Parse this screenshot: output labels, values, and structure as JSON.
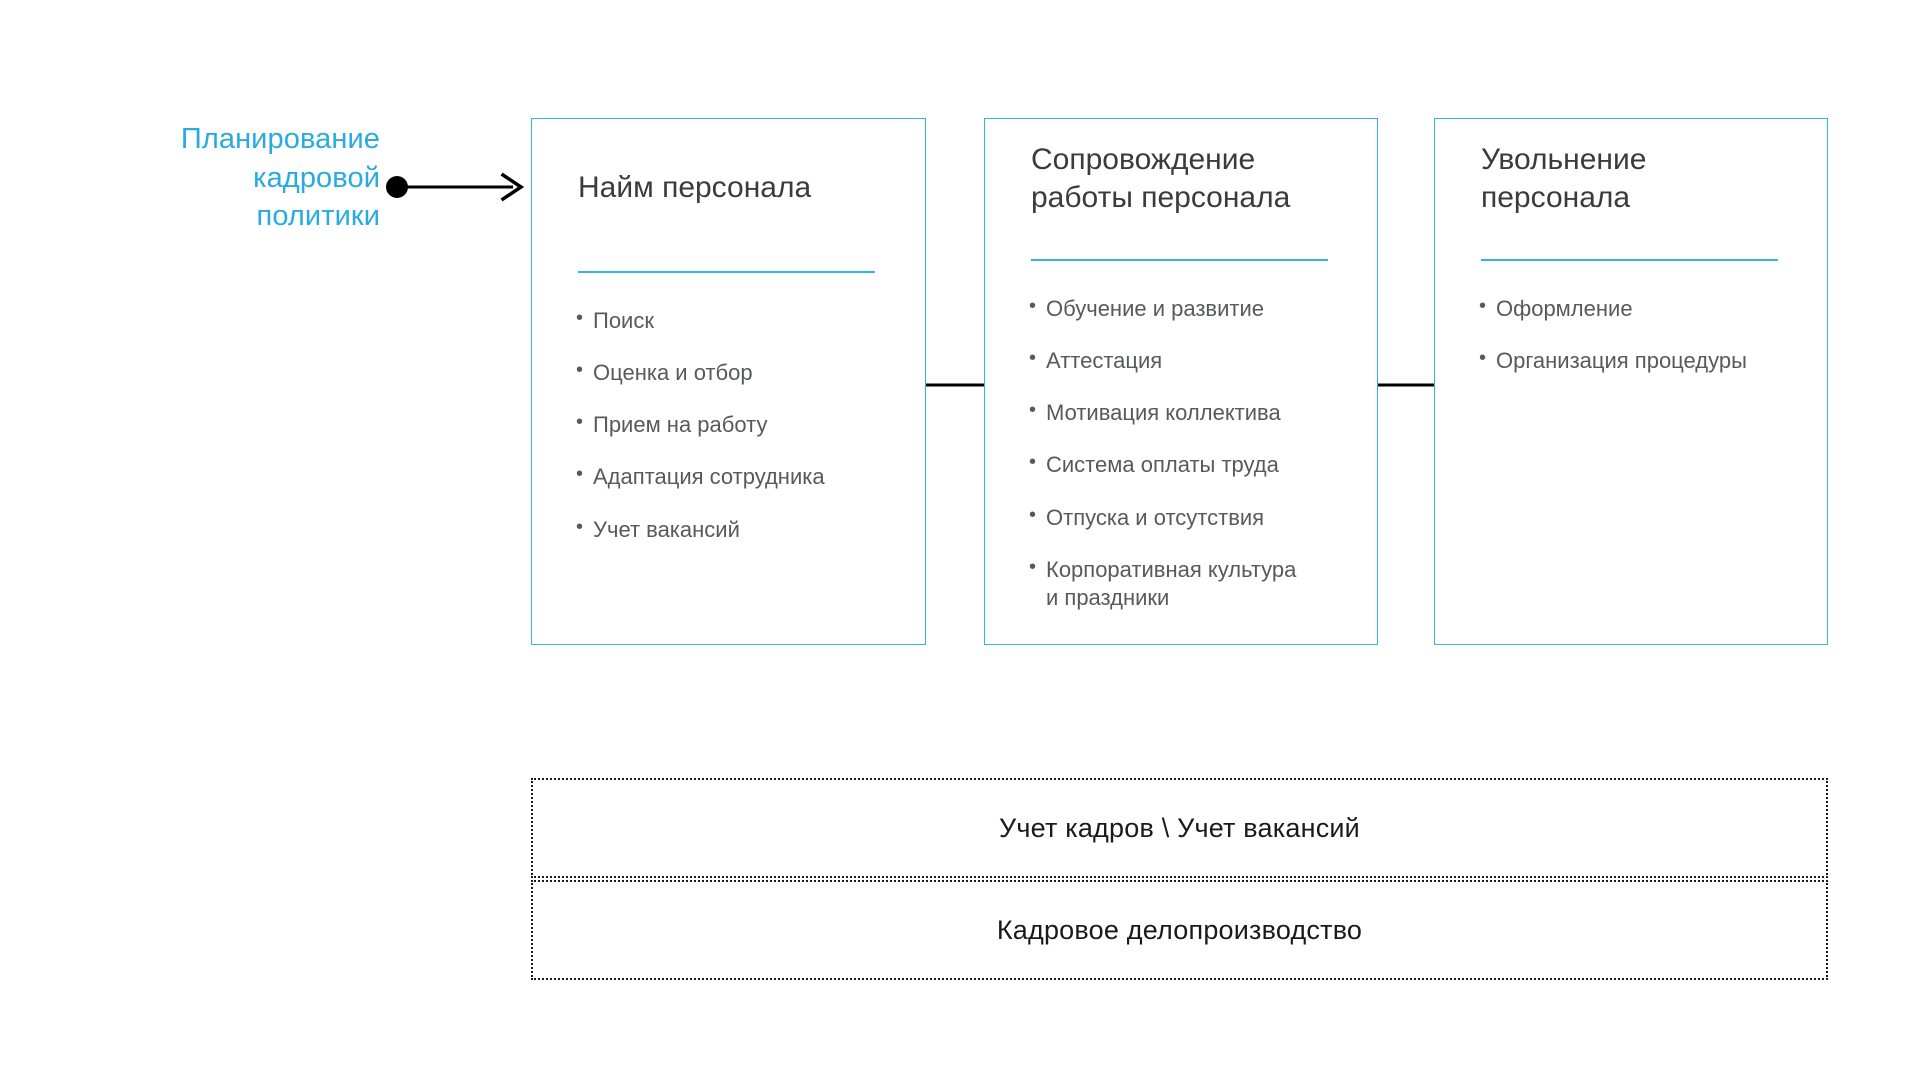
{
  "diagram": {
    "title": "HR process flow",
    "accent_color": "#35B4E3",
    "label_color": "#29ABE2",
    "text_color": "#58595b",
    "band_border_color": "#1a1a1a"
  },
  "source": {
    "label": "Планирование\nкадровой\nполитики"
  },
  "stages": [
    {
      "title": "Найм персонала",
      "items": [
        "Поиск",
        "Оценка и отбор",
        "Прием на работу",
        "Адаптация сотрудника",
        "Учет вакансий"
      ]
    },
    {
      "title": "Сопровождение\nработы персонала",
      "items": [
        "Обучение и развитие",
        "Аттестация",
        "Мотивация коллектива",
        "Система оплаты труда",
        "Отпуска и отсутствия",
        "Корпоративная культура\nи праздники"
      ]
    },
    {
      "title": "Увольнение\nперсонала",
      "items": [
        "Оформление",
        "Организация процедуры"
      ]
    }
  ],
  "bands": [
    {
      "label": "Учет кадров \\ Учет вакансий"
    },
    {
      "label": "Кадровое делопроизводство"
    }
  ],
  "connectors": [
    {
      "name": "source-to-stage-1"
    },
    {
      "name": "stage-1-to-stage-2"
    },
    {
      "name": "stage-2-to-stage-3"
    }
  ]
}
